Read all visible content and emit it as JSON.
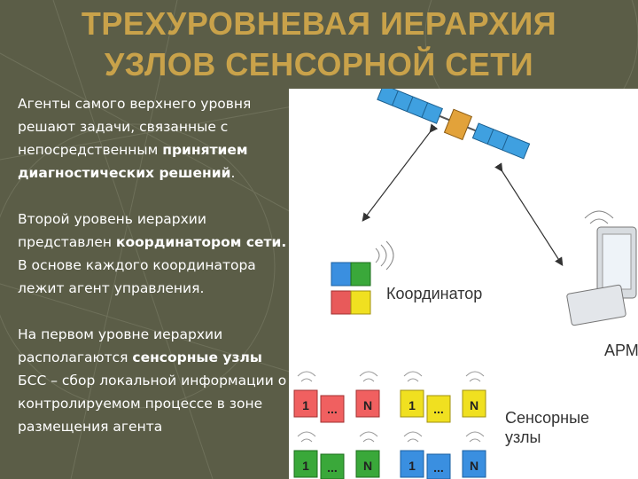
{
  "title_line1": "ТРЕХУРОВНЕВАЯ ИЕРАРХИЯ",
  "title_line2": "УЗЛОВ СЕНСОРНОЙ СЕТИ",
  "para1": {
    "t1": "Агенты самого верхнего уровня решают задачи, связанные с непосредственным ",
    "b1": "принятием диагностических решений",
    "t2": "."
  },
  "para2": {
    "t1": "Второй уровень иерархии представлен ",
    "b1": "координатором сети.",
    "t2": "  В основе каждого координатора лежит агент управления."
  },
  "para3": {
    "t1": "На первом уровне иерархии располагаются ",
    "b1": "сенсорные узлы",
    "t2": " БСС – сбор локальной информации о контролируемом процессе в зоне размещения агента"
  },
  "diagram": {
    "coordinator_label": "Координатор",
    "arm_label": "АРМ",
    "sensors_label_line1": "Сенсорные",
    "sensors_label_line2": "узлы",
    "node_first": "1",
    "node_dots": "...",
    "node_last": "N"
  }
}
